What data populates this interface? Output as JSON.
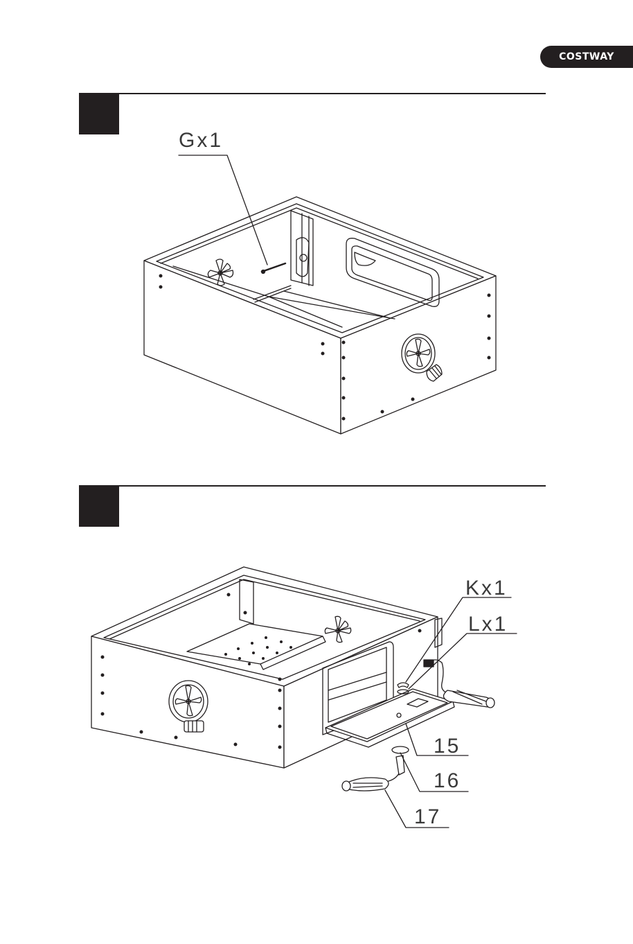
{
  "brand": {
    "label": "COSTWAY"
  },
  "step1": {
    "callouts": {
      "g": "Gx1"
    }
  },
  "step2": {
    "callouts": {
      "k": "Kx1",
      "l": "Lx1",
      "p15": "15",
      "p16": "16",
      "p17": "17"
    }
  },
  "colors": {
    "ink": "#231f20",
    "callout_text": "#3a3a3a",
    "background": "#ffffff"
  }
}
